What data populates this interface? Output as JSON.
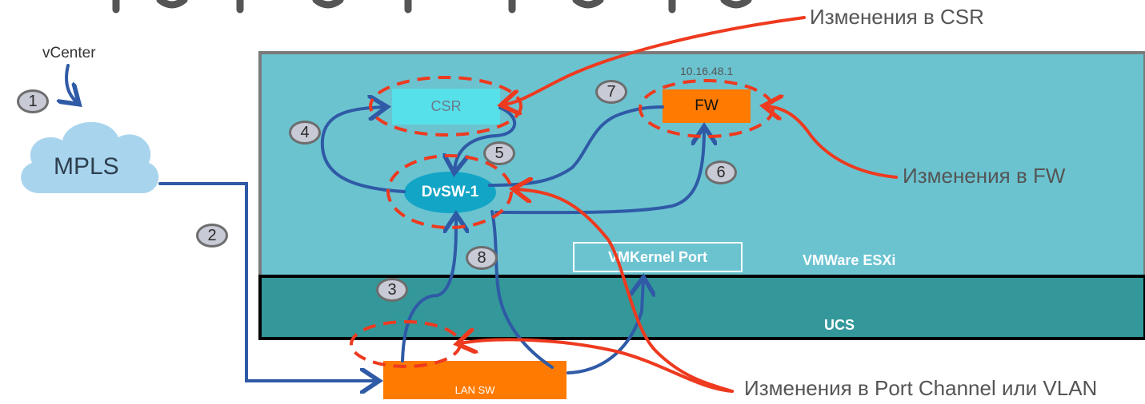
{
  "labels": {
    "vcenter": "vCenter",
    "mpls": "MPLS",
    "csr_change": "Изменения в CSR",
    "fw_change": "Изменения в FW",
    "pc_vlan_change": "Изменения в Port Channel или VLAN",
    "fw_ip": "10.16.48.1",
    "vmware_esxi": "VMWare ESXi",
    "ucs": "UCS"
  },
  "nodes": {
    "csr": "CSR",
    "fw": "FW",
    "dvsw": "DvSW-1",
    "vmkernel": "VMKernel Port",
    "lan_sw": "LAN SW"
  },
  "steps": [
    "1",
    "2",
    "3",
    "4",
    "5",
    "6",
    "7",
    "8"
  ],
  "colors": {
    "host_fill": "#6bc3d0",
    "ucs_fill": "#34989a",
    "orange": "#ff7a00",
    "csr_fill": "#56e0ea",
    "dvsw_fill": "#13a5c6",
    "flow_blue": "#2f5aa6",
    "change_red": "#ee3a1f",
    "cloud": "#a8d4ee"
  }
}
